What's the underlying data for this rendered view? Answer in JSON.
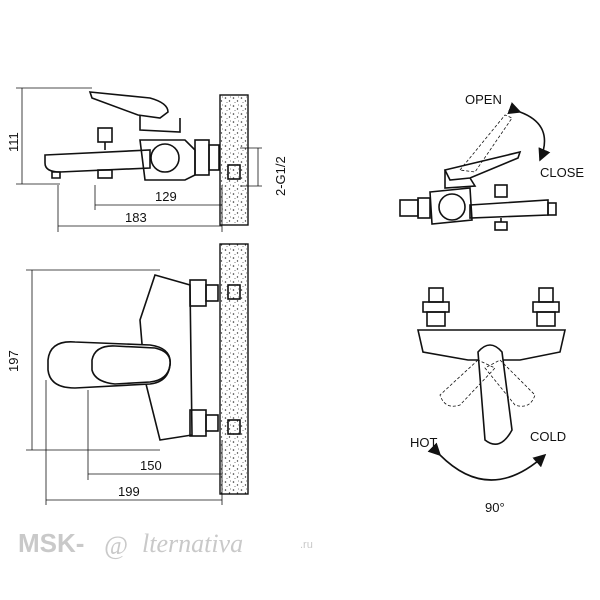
{
  "dimensions": {
    "height_side": "111",
    "thread": "2-G1/2",
    "depth_inner": "129",
    "depth_outer": "183",
    "height_top": "197",
    "len_inner": "150",
    "len_outer": "199"
  },
  "operation": {
    "open": "OPEN",
    "close": "CLOSE",
    "hot": "HOT",
    "cold": "COLD",
    "angle": "90°"
  },
  "watermark": {
    "brand": "MSK-",
    "script": "lternativa",
    "suffix": ".ru"
  }
}
